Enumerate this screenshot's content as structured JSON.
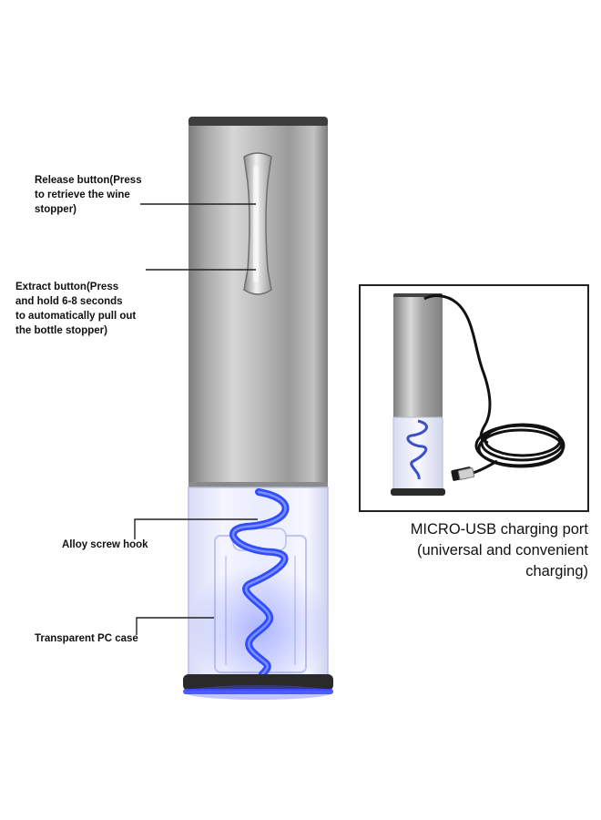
{
  "labels": {
    "release_button": "Release button(Press\nto retrieve the wine\nstopper)",
    "extract_button": "Extract button(Press\nand hold 6-8 seconds\nto automatically pull out\nthe bottle stopper)",
    "screw_hook": "Alloy screw hook",
    "pc_case": "Transparent PC case"
  },
  "caption": {
    "line1": "MICRO-USB charging port",
    "line2": "(universal and convenient",
    "line3": "charging)"
  },
  "colors": {
    "steel": "#a9a9a9",
    "accent_blue": "#3a5bff",
    "text": "#111111"
  }
}
